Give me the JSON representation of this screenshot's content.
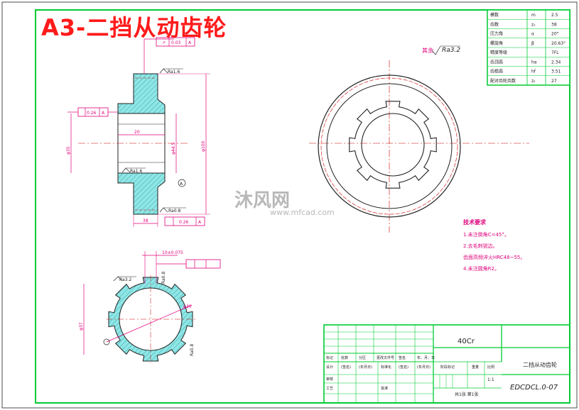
{
  "title": "A3-二挡从动齿轮",
  "watermark": {
    "text": "沐风网",
    "url": "www.mfcad.com"
  },
  "params": [
    {
      "name": "模数",
      "sym": "m",
      "val": "2.5"
    },
    {
      "name": "齿数",
      "sym": "z₁",
      "val": "38"
    },
    {
      "name": "压力角",
      "sym": "α",
      "val": "20°"
    },
    {
      "name": "螺旋角",
      "sym": "β",
      "val": "20.63°"
    },
    {
      "name": "精度等级",
      "sym": "",
      "val": "7FL"
    },
    {
      "name": "齿顶高",
      "sym": "ha",
      "val": "2.34"
    },
    {
      "name": "齿根高",
      "sym": "hf",
      "val": "3.51"
    },
    {
      "name": "配对齿轮齿数",
      "sym": "z₂",
      "val": "27"
    }
  ],
  "roughness_note": "其余",
  "roughness_value": "Ra3.2",
  "tech_req": {
    "title": "技术要求",
    "items": [
      "1.未注倒角C=45°。",
      "2.去毛刺锐边。",
      "齿面高频淬火HRC48~55。",
      "4.未注圆角R2。"
    ]
  },
  "titleblock": {
    "material": "40Cr",
    "part_name": "二挡从动齿轮",
    "drawing_no": "EDCDCL.0-07",
    "scale": "1:1",
    "sheet": "共1张 第1张",
    "headers": [
      "标记",
      "处数",
      "分区",
      "更改文件号",
      "签名",
      "年、月、日"
    ],
    "row2": [
      "设计",
      "(签名)",
      "(年月日)",
      "标准化",
      "(签名)",
      "(年月日)"
    ],
    "stage_label": "阶段标记",
    "weight_label": "重量",
    "scale_label": "比例",
    "review": "审核",
    "process": "工艺",
    "approve": "批准"
  },
  "dims": {
    "ra16_top": "Ra1.6",
    "ra16_mid": "Ra1.6",
    "ra08": "Ra0.8",
    "gdt_top": "0.03",
    "gdt_left": "0.26",
    "gdt_bottom": "0.26",
    "datum": "A",
    "width": "20",
    "bottom_w": "38",
    "d1": "φ44.5",
    "d2": "φ35",
    "d3": "φ100",
    "key_w": "10±0.075",
    "ra32": "Ra3.2",
    "ra08b": "Ra0.8",
    "ra08c": "Ra0.8",
    "spline_d": "φ30",
    "spline_D": "φ37"
  }
}
